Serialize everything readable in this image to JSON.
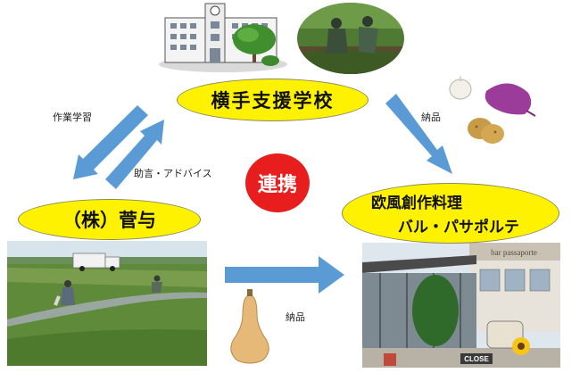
{
  "nodes": {
    "school": {
      "label": "横手支援学校"
    },
    "company": {
      "label": "（株）菅与"
    },
    "restaurant": {
      "line1": "欧風創作料理",
      "line2": "バル・パサポルテ"
    }
  },
  "center": {
    "label": "連携"
  },
  "edges": {
    "work_study": "作業学習",
    "advice": "助言・アドバイス",
    "delivery_school_restaurant": "納品",
    "delivery_company_restaurant": "納品"
  },
  "photo_text": {
    "storefront_sign": "bar passaporte",
    "close_sign": "CLOSE"
  },
  "colors": {
    "oval_fill": "#fff200",
    "arrow_fill": "#5b9bd5",
    "center_circle": "#e81e1e",
    "center_text": "#ffffff"
  }
}
